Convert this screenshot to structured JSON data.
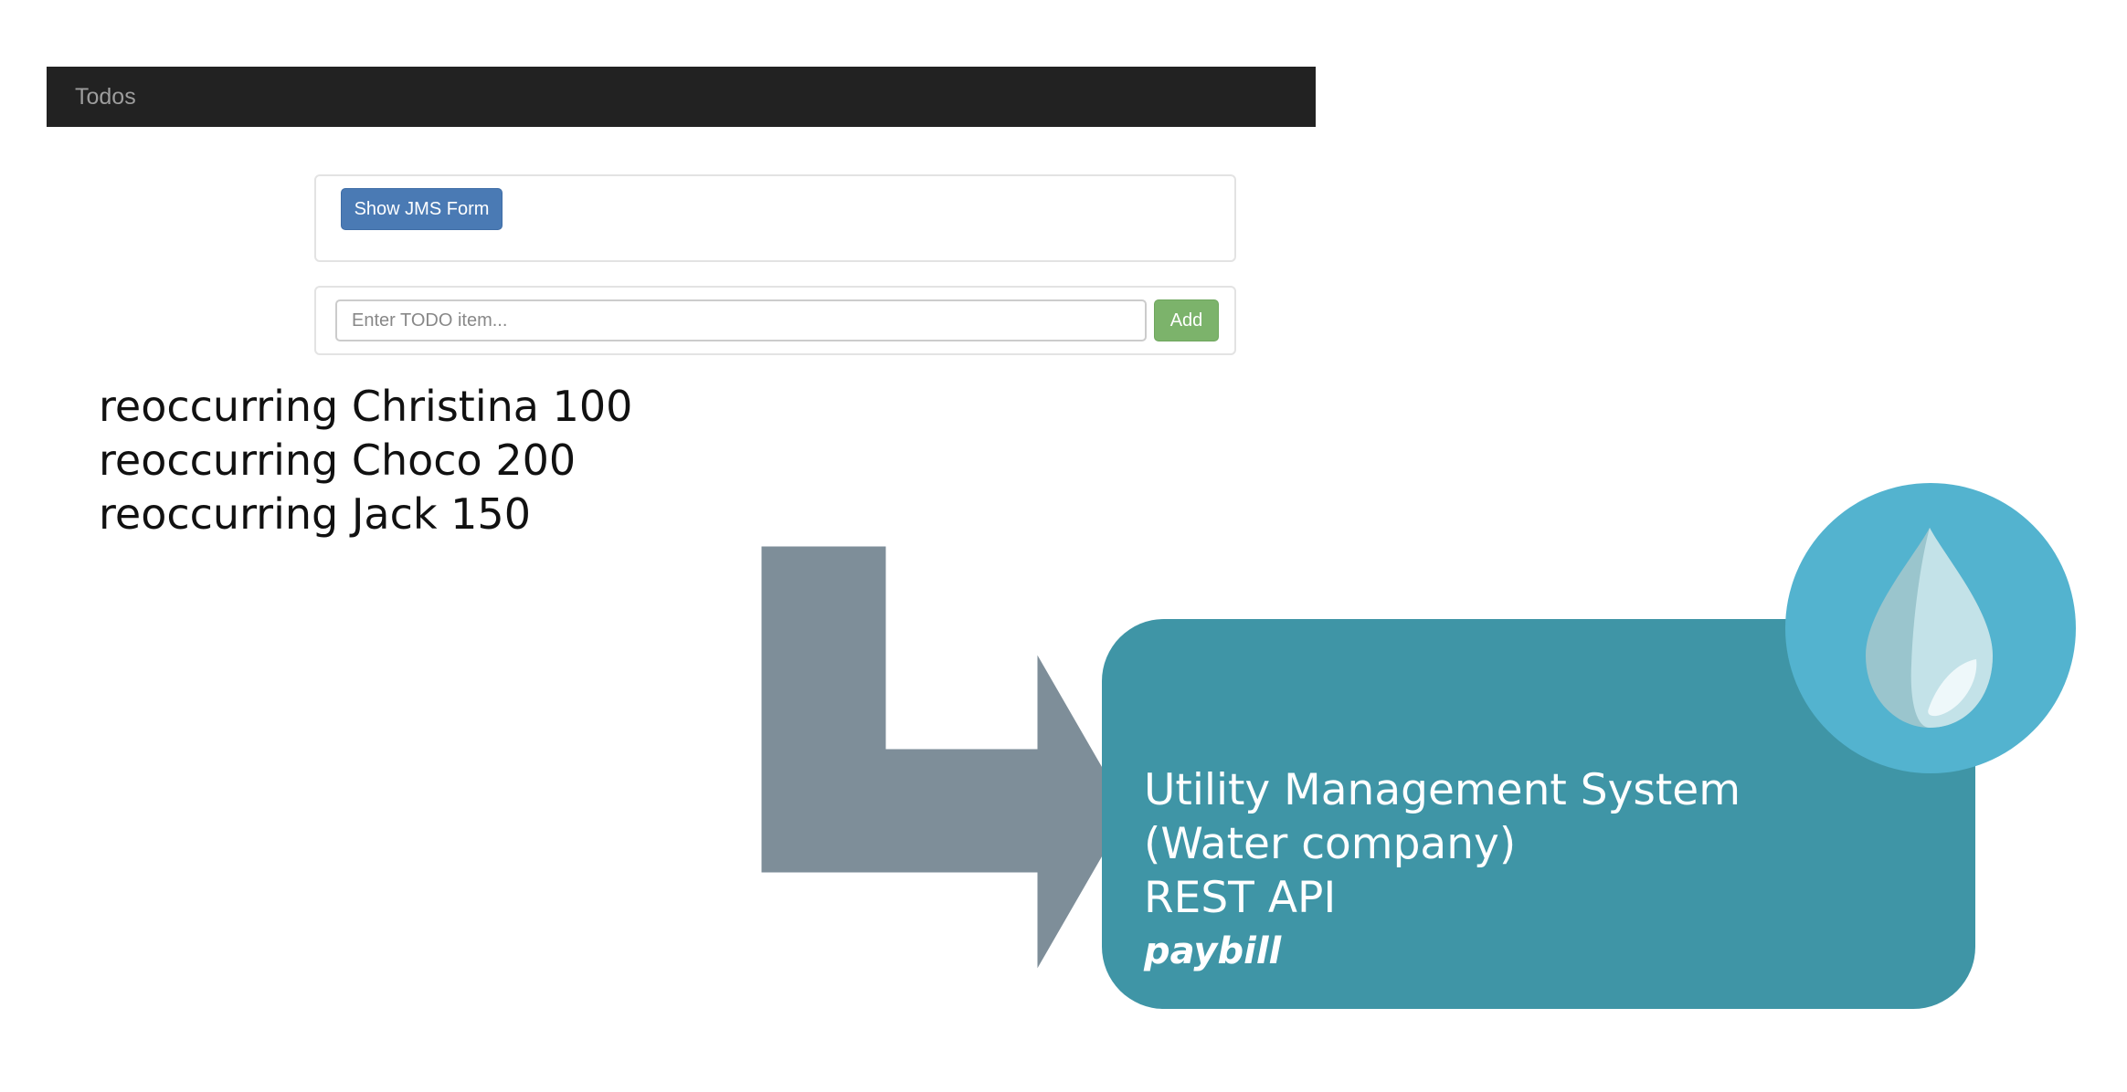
{
  "navbar": {
    "brand": "Todos"
  },
  "jms_panel": {
    "button_label": "Show JMS Form"
  },
  "todo_panel": {
    "input_placeholder": "Enter TODO item...",
    "input_value": "",
    "add_label": "Add"
  },
  "todos": [
    "reoccurring Christina 100",
    "reoccurring Choco 200",
    "reoccurring Jack 150"
  ],
  "service_box": {
    "line1": "Utility Management System",
    "line2": "(Water company)",
    "line3": "REST API",
    "api_name": "paybill"
  },
  "colors": {
    "navbar_bg": "#222222",
    "jms_button": "#4a7ab4",
    "add_button": "#7cb36b",
    "arrow": "#7e8e99",
    "box": "#3f95a6",
    "circle": "#53b3cf"
  },
  "icons": {
    "drop": "water-drop-icon",
    "arrow": "elbow-arrow"
  }
}
